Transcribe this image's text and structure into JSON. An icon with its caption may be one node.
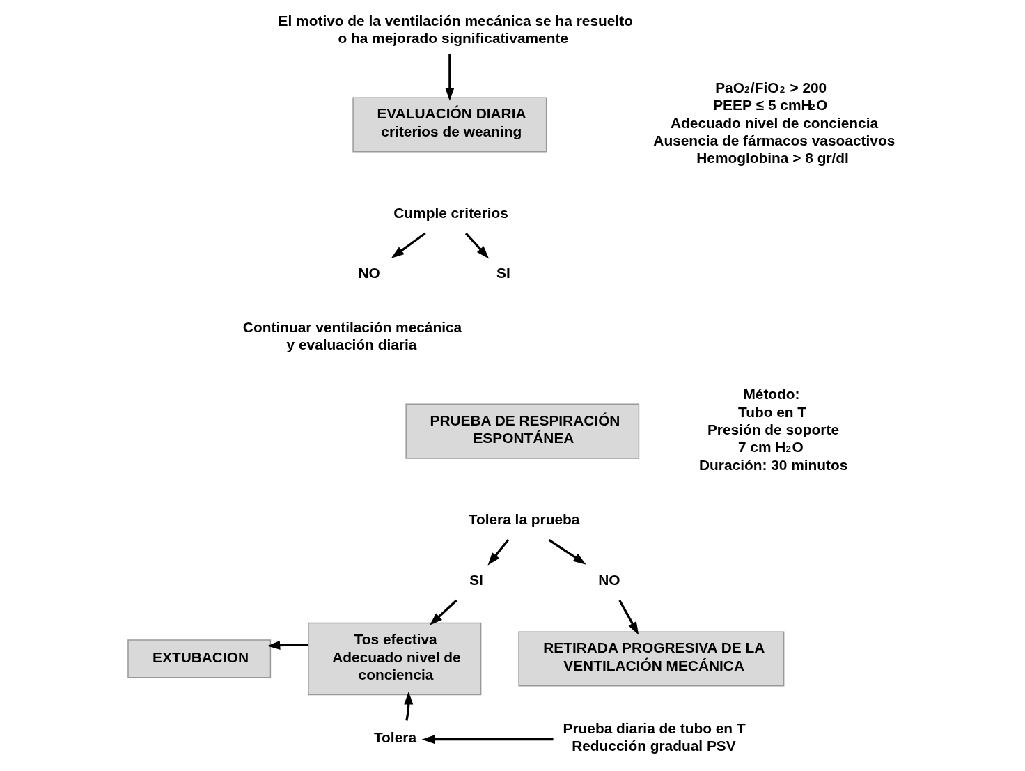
{
  "diagram": {
    "nodes": [
      {
        "text": [
          "El motivo de la ventilación mecánica se ha resuelto o ha mejorado significativamente"
        ]
      },
      {
        "text": [
          "EVALUACIÓN DIARIA",
          "criterios de weaning"
        ]
      },
      {
        "text": [
          "Cumple criterios"
        ]
      },
      {
        "text": [
          "NO"
        ],
        "beside": [
          "Continuar ventilación mecánica y evaluación diaria"
        ]
      },
      {
        "text": [
          "SI"
        ]
      },
      {
        "text": [
          "PRUEBA DE RESPIRACIÓN ESPONTÁNEA"
        ]
      },
      {
        "text": [
          "Tolera la prueba"
        ]
      },
      {
        "text": [
          "SI"
        ]
      },
      {
        "text": [
          "NO"
        ]
      },
      {
        "text": [
          "EXTUBACION"
        ]
      },
      {
        "text": [
          "Tos efectiva",
          "Adecuado nivel de conciencia"
        ]
      },
      {
        "text": [
          "RETIRADA PROGRESIVA DE LA VENTILACIÓN MECÁNICA"
        ]
      },
      {
        "text": [
          "Tolera"
        ]
      },
      {
        "text": [
          "Prueba diaria de tubo en T",
          "Reducción gradual PSV"
        ]
      }
    ],
    "edges": [
      {
        "from": 0,
        "to": 1,
        "arrow": "to"
      },
      {
        "from": 2,
        "to": 3,
        "arrow": "to"
      },
      {
        "from": 2,
        "to": 4,
        "arrow": "to"
      },
      {
        "from": 6,
        "to": 7,
        "arrow": "to"
      },
      {
        "from": 6,
        "to": 8,
        "arrow": "to"
      },
      {
        "from": 7,
        "to": 10,
        "arrow": "to"
      },
      {
        "from": 8,
        "to": 11,
        "arrow": "to"
      },
      {
        "from": 10,
        "to": 9,
        "arrow": "to"
      },
      {
        "from": 13,
        "to": 12,
        "arrow": "to"
      },
      {
        "from": 12,
        "to": 10,
        "arrow": "to"
      }
    ],
    "labels": [
      "PaO$_{2}$/FiO$_{2}$ > 200",
      "PEEP ≤ 5 cmH$_{2}$O",
      "Adecuado nivel de conciencia",
      "Ausencia de fármacos vasoactivos",
      "Hemoglobina > 8 gr/dl",
      "Método:",
      "Tubo en T",
      "Presión de soporte",
      "7 cm H$_{2}$O",
      "Duración: 30 minutos"
    ]
  }
}
